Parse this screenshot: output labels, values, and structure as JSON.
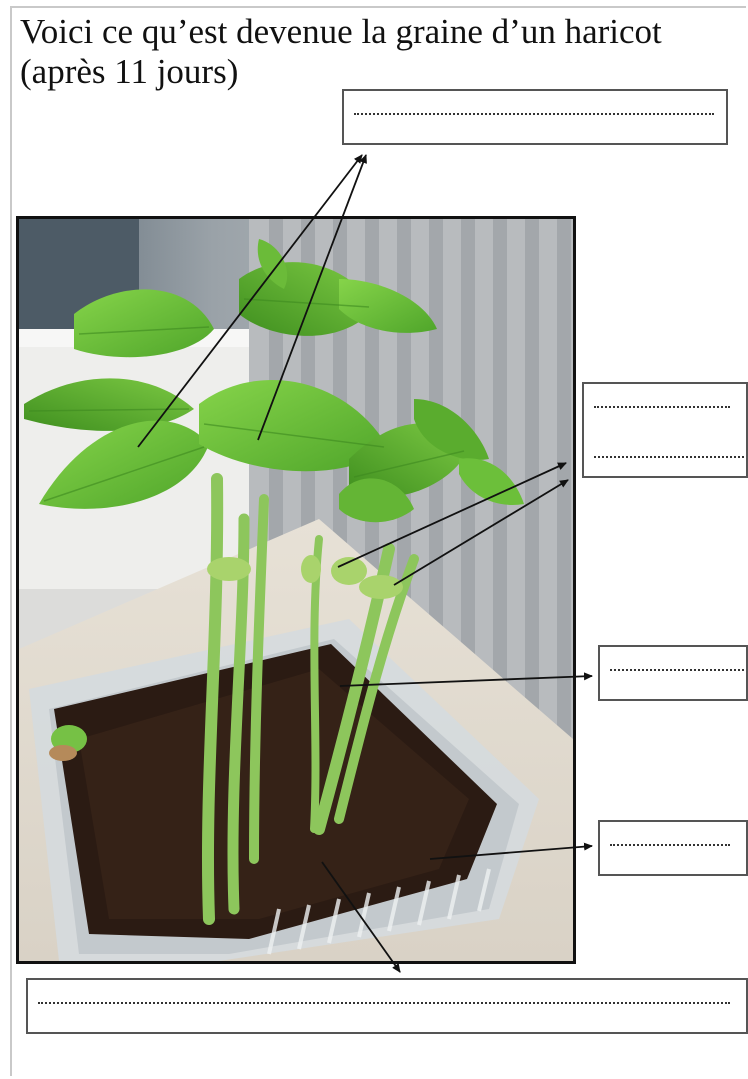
{
  "title": {
    "line1": "Voici ce qu’est devenue la graine d’un haricot",
    "line2": "(après 11 jours)"
  },
  "photo": {
    "subject": "bean seedlings growing in soil in a clear plastic tray",
    "colors": {
      "leaf": "#6fc23a",
      "leaf_dark": "#3f8f1f",
      "stem": "#8cc45a",
      "soil": "#2a1a12",
      "tray": "#c9cfd2",
      "radiator": "#b9bcbf",
      "wall": "#e9e7e3"
    }
  },
  "answer_boxes": [
    {
      "id": "leaves",
      "lines": 1
    },
    {
      "id": "cotyledons",
      "lines": 2
    },
    {
      "id": "stem",
      "lines": 1
    },
    {
      "id": "container",
      "lines": 1
    },
    {
      "id": "soil",
      "lines": 1
    }
  ]
}
